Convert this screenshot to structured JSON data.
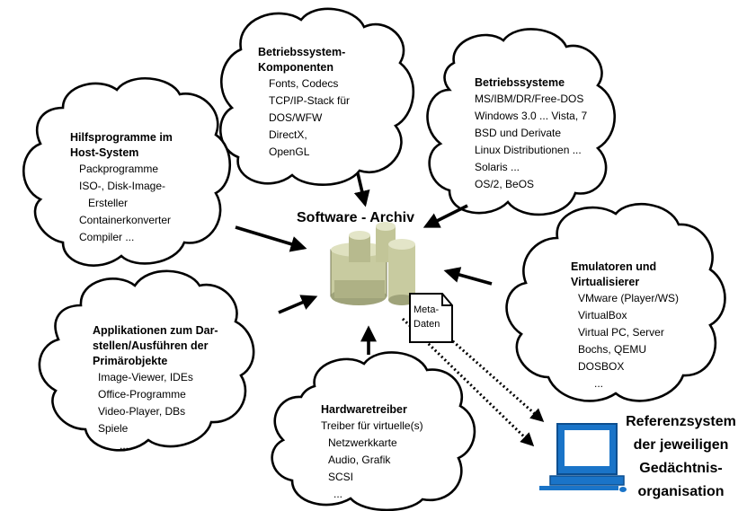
{
  "clouds": {
    "components": {
      "title": [
        "Betriebssystem-",
        "Komponenten"
      ],
      "items": [
        "Fonts, Codecs",
        "TCP/IP-Stack für",
        "DOS/WFW",
        "DirectX,",
        "OpenGL"
      ]
    },
    "os": {
      "title": [
        "Betriebssysteme"
      ],
      "items": [
        "MS/IBM/DR/Free-DOS",
        "Windows 3.0 ... Vista, 7",
        "BSD und Derivate",
        "Linux Distributionen ...",
        "Solaris ...",
        "OS/2, BeOS"
      ]
    },
    "tools": {
      "title": [
        "Hilfsprogramme im",
        "Host-System"
      ],
      "items": [
        "Packprogramme",
        "ISO-, Disk-Image-",
        "Ersteller",
        "Containerkonverter",
        "Compiler ..."
      ]
    },
    "emulators": {
      "title": [
        "Emulatoren und",
        "Virtualisierer"
      ],
      "items": [
        "VMware (Player/WS)",
        "VirtualBox",
        "Virtual PC, Server",
        "Bochs, QEMU",
        "DOSBOX",
        "..."
      ]
    },
    "apps": {
      "title": [
        "Applikationen zum Dar-",
        "stellen/Ausführen der",
        "Primärobjekte"
      ],
      "items": [
        "Image-Viewer, IDEs",
        "Office-Programme",
        "Video-Player, DBs",
        "Spiele",
        "..."
      ]
    },
    "drivers": {
      "title": [
        "Hardwaretreiber"
      ],
      "items": [
        "Treiber für virtuelle(s)",
        "Netzwerkkarte",
        "Audio, Grafik",
        "SCSI",
        "..."
      ]
    }
  },
  "center": {
    "title": "Software - Archiv",
    "metadata": [
      "Meta-",
      "Daten"
    ]
  },
  "reference": {
    "lines": [
      "Referenzsystem",
      "der jeweiligen",
      "Gedächtnis-",
      "organisation"
    ]
  },
  "colors": {
    "archive": "#c8cba0",
    "archive_shade": "#9fa37a",
    "computer": "#1a74c8"
  },
  "icons": [
    "database-cylinders-icon",
    "document-icon",
    "computer-icon"
  ]
}
